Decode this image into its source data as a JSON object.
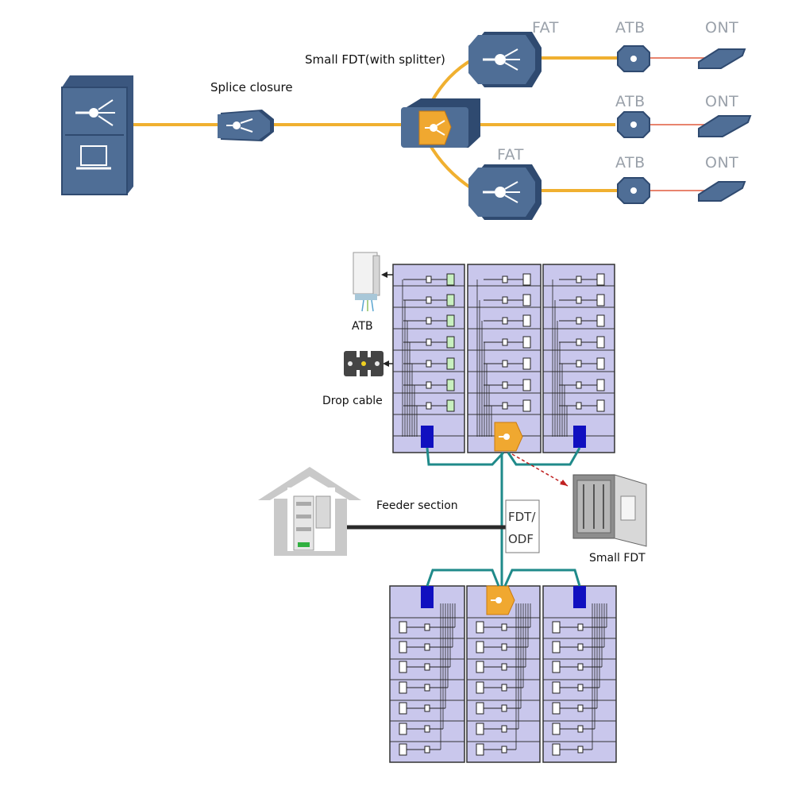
{
  "top_diagram": {
    "labels": {
      "splice_closure": "Splice closure",
      "small_fdt": "Small FDT(with splitter)",
      "fat_1": "FAT",
      "fat_2": "FAT",
      "atb_1": "ATB",
      "atb_2": "ATB",
      "atb_3": "ATB",
      "ont_1": "ONT",
      "ont_2": "ONT",
      "ont_3": "ONT"
    }
  },
  "bottom_diagram": {
    "labels": {
      "atb": "ATB",
      "drop_cable": "Drop cable",
      "feeder_section": "Feeder section",
      "fdt_odf_line1": "FDT/",
      "fdt_odf_line2": "ODF",
      "small_fdt": "Small FDT"
    }
  },
  "colors": {
    "fiber": "#f0b030",
    "drop": "#e8846e",
    "node_blue": "#4f6e96",
    "node_dark": "#2f4a70",
    "splitter_orange": "#f0a830",
    "floor_fill": "#c9c7ec",
    "connector_teal": "#1f8a8a",
    "connector_blue": "#1010c0",
    "feeder_black": "#2a2a2a",
    "red_dashed": "#c02020",
    "atb_green": "#c8f0c0",
    "house_gray": "#c9c9c9"
  }
}
